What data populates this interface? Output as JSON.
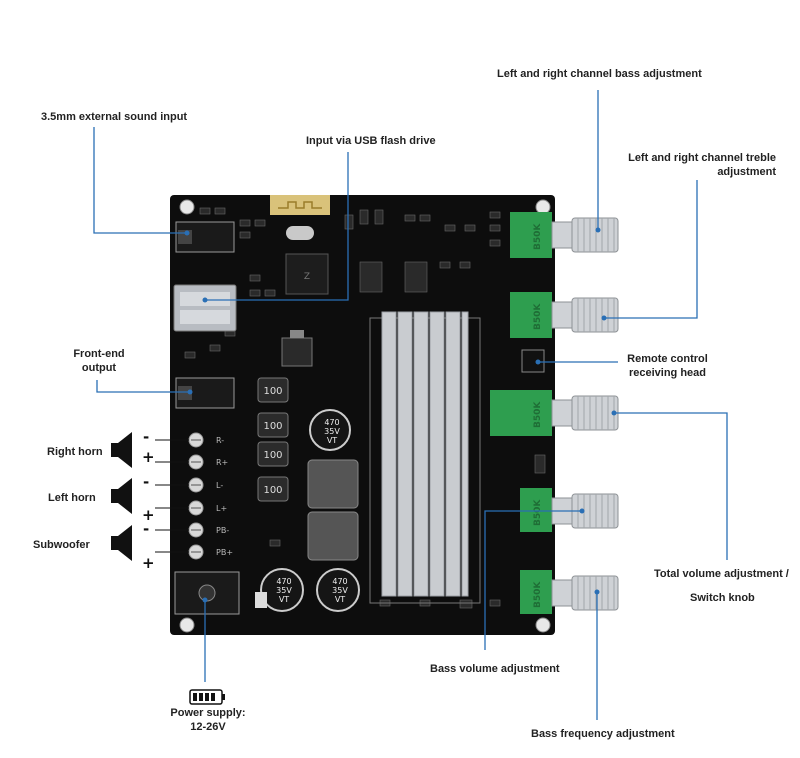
{
  "labels": {
    "ext_input": "3.5mm external sound input",
    "usb_input": "Input via USB flash drive",
    "bass_adj": "Left and right channel bass adjustment",
    "treble_adj_line1": "Left and right channel treble",
    "treble_adj_line2": "adjustment",
    "frontend_line1": "Front-end",
    "frontend_line2": "output",
    "remote_line1": "Remote control",
    "remote_line2": "receiving head",
    "right_horn": "Right horn",
    "left_horn": "Left horn",
    "subwoofer": "Subwoofer",
    "total_vol_line1": "Total volume adjustment /",
    "total_vol_line2": "Switch knob",
    "bass_volume": "Bass volume adjustment",
    "bass_freq": "Bass frequency adjustment",
    "power_line1": "Power supply:",
    "power_line2": "12-26V"
  },
  "polarity": {
    "minus": "-",
    "plus": "+"
  },
  "board_markings": {
    "pot_code": "B50K",
    "cap_large_1": "470",
    "cap_large_2": "35V",
    "cap_large_3": "VT",
    "inductor": "100",
    "term_r_minus": "R-",
    "term_r_plus": "R+",
    "term_l_minus": "L-",
    "term_l_plus": "L+",
    "term_pb_minus": "PB-",
    "term_pb_plus": "PB+"
  },
  "colors": {
    "board": "#0d0d0d",
    "pointer_line": "#2a6fb5",
    "potentiometer": "#2e9e4f",
    "heatsink": "#c9ccd0",
    "usb_port": "#b8bcc2"
  }
}
